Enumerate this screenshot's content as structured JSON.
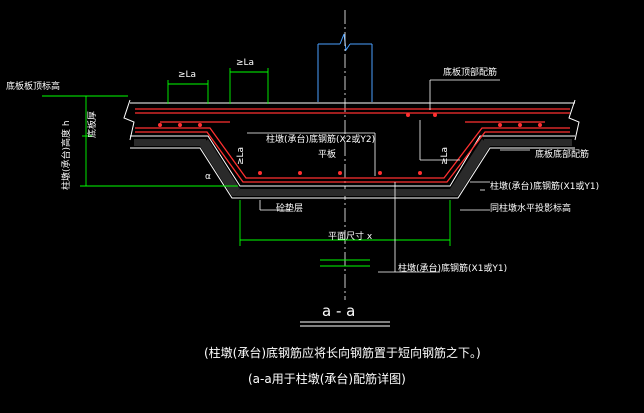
{
  "labels": {
    "floor_elev": "底板板顶标高",
    "la_1": "≥La",
    "la_2": "≥La",
    "top_rebar": "底板顶部配筋",
    "thickness": "柱墩(承台)高度 h",
    "bottom_slab": "底板厚",
    "rebar_x2y2": "柱墩(承台)底钢筋(X2或Y2)",
    "flat": "平板",
    "la_left": "≥La",
    "la_right": "≥La",
    "bottom_rebar_right": "底板底部配筋",
    "rebar_x1y1_right": "柱墩(承台)底钢筋(X1或Y1)",
    "waterproof_elev": "同柱墩水平投影标高",
    "cushion": "砼垫层",
    "plan_size": "平面尺寸 x",
    "rebar_x1y1_bottom": "柱墩(承台)底钢筋(X1或Y1)",
    "alpha": "α"
  },
  "caption": {
    "section_title": "a - a",
    "note1": "(柱墩(承台)底钢筋应将长向钢筋置于短向钢筋之下。)",
    "note2": "(a-a用于柱墩(承台)配筋详图)"
  },
  "colors": {
    "background": "#000000",
    "rebar": "#ff3030",
    "dim": "#00ff00",
    "outline": "#ffffff",
    "column": "#4aa0ff",
    "leader": "#ffffff"
  }
}
